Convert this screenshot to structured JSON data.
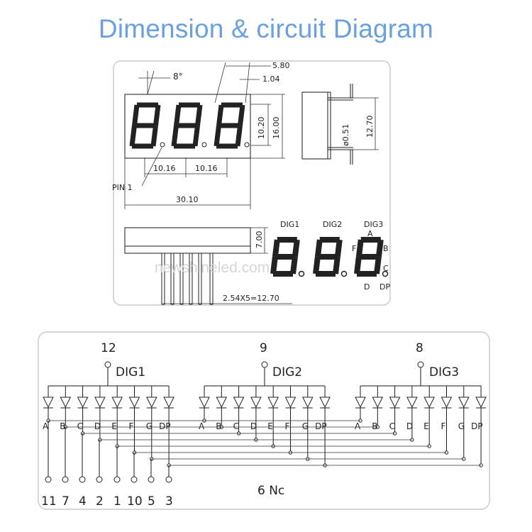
{
  "title": "Dimension & circuit Diagram",
  "dimensions": {
    "angle": "8°",
    "dim_580": "5.80",
    "dim_104": "1.04",
    "dim_1020": "10.20",
    "dim_1600": "16.00",
    "dim_1016a": "10.16",
    "dim_1016b": "10.16",
    "pin1": "PIN 1",
    "dim_3010": "30.10",
    "dim_051": "ø0.51",
    "dim_1270": "12.70",
    "dim_700": "7.00",
    "pitch": "2.54X5=12.70"
  },
  "segment_diagram": {
    "dig_labels": [
      "DIG1",
      "DIG2",
      "DIG3"
    ],
    "segment_letters": [
      "A",
      "F",
      "B",
      "C",
      "D",
      "DP"
    ]
  },
  "watermark": "newshineled.com",
  "circuit": {
    "digits": [
      {
        "pin": "12",
        "label": "DIG1"
      },
      {
        "pin": "9",
        "label": "DIG2"
      },
      {
        "pin": "8",
        "label": "DIG3"
      }
    ],
    "segments": [
      "A",
      "B",
      "C",
      "D",
      "E",
      "F",
      "G",
      "DP"
    ],
    "bottom_pins": [
      "11",
      "7",
      "4",
      "2",
      "1",
      "10",
      "5",
      "3"
    ],
    "nc_label": "6 Nc"
  }
}
